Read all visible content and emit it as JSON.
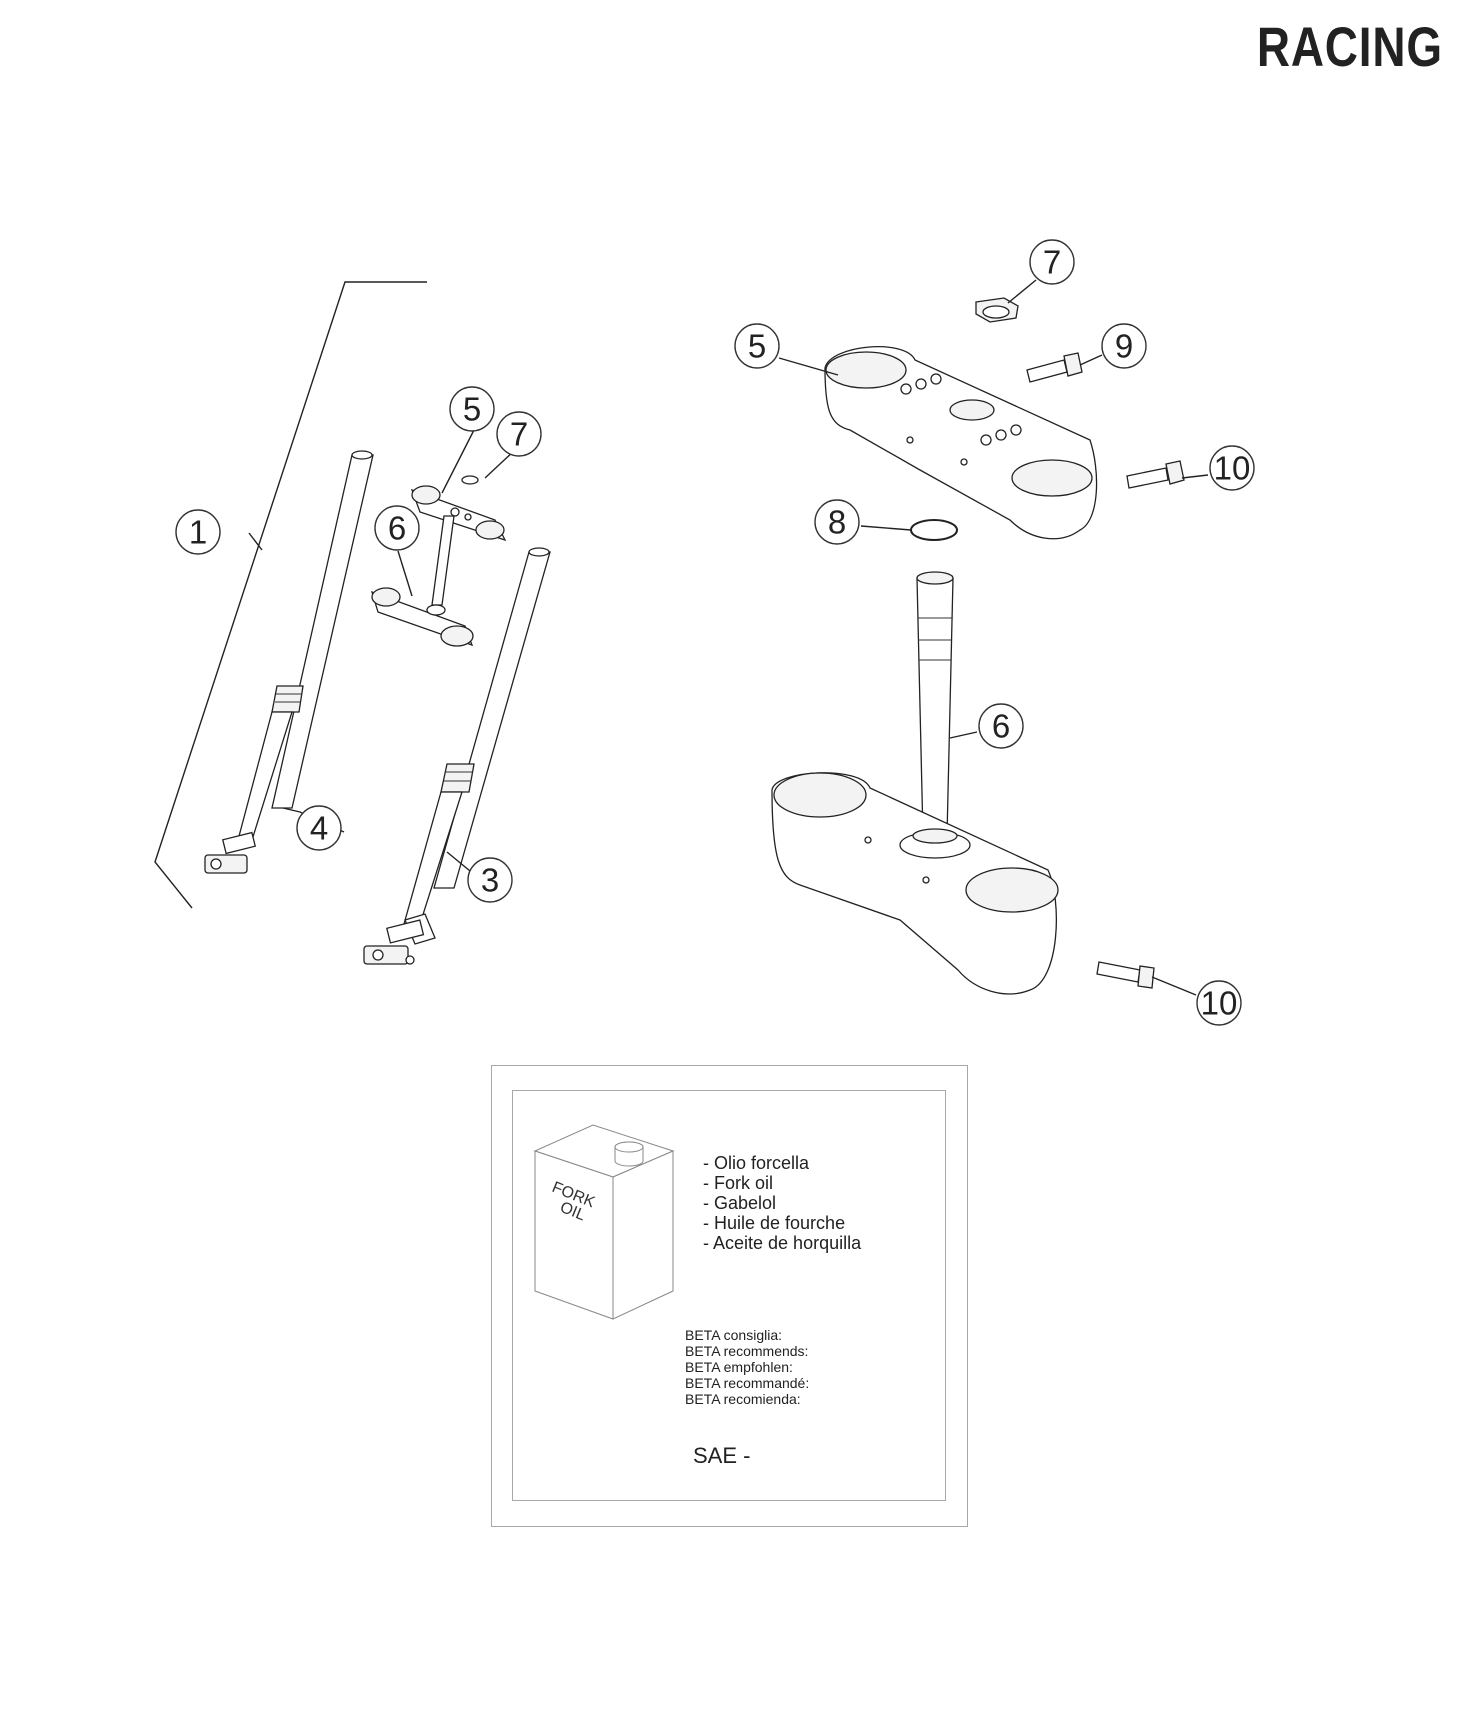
{
  "header": {
    "title": "RACING"
  },
  "callouts": {
    "left": {
      "c1": "1",
      "c3": "3",
      "c4": "4",
      "c5": "5",
      "c6": "6",
      "c7": "7"
    },
    "right": {
      "c5": "5",
      "c6": "6",
      "c7": "7",
      "c8": "8",
      "c9": "9",
      "c10a": "10",
      "c10b": "10"
    }
  },
  "oil_box": {
    "can_label_line1": "FORK",
    "can_label_line2": "OIL",
    "oil_names": [
      "- Olio forcella",
      "- Fork oil",
      "- Gabelol",
      "- Huile de fourche",
      "- Aceite de horquilla"
    ],
    "recommend": [
      "BETA consiglia:",
      "BETA recommends:",
      "BETA empfohlen:",
      "BETA recommandé:",
      "BETA recomienda:"
    ],
    "sae": "SAE -"
  }
}
